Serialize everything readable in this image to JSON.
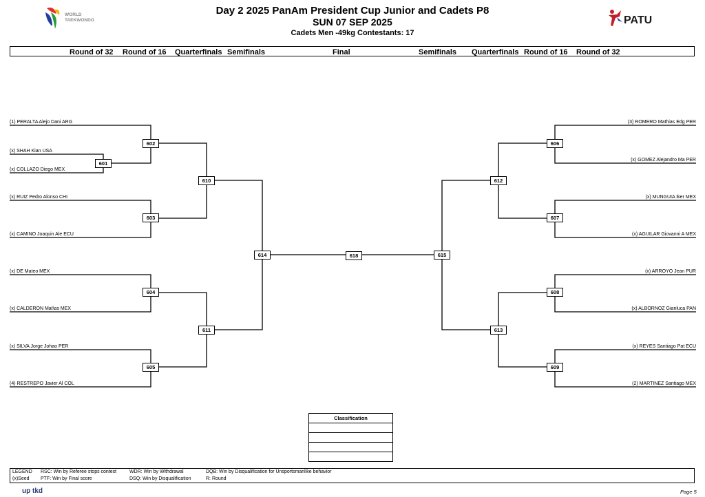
{
  "header": {
    "title": "Day 2 2025 PanAm President Cup  Junior and Cadets P8",
    "date": "SUN 07 SEP 2025",
    "category": "Cadets  Men -49kg  Contestants: 17",
    "wt_logo_text": [
      "WORLD",
      "TAEKWONDO"
    ],
    "patu_logo_text": "PATU"
  },
  "rounds": {
    "left": [
      "Round of 32",
      "Round of 16",
      "Quarterfinals",
      "Semifinals"
    ],
    "center": "Final",
    "right": [
      "Semifinals",
      "Quarterfinals",
      "Round of 16",
      "Round of 32"
    ]
  },
  "left_athletes": [
    "(1) PERALTA Alejo Dani ARG",
    "(x) SHAH Kian USA",
    "(x) COLLAZO Diego MEX",
    "(x) RUIZ Pedro Alonso CHI",
    "(x) CAMINO Joaquin Ale ECU",
    "(x) DE Mateo MEX",
    "(x) CALDERON Mat\\as MEX",
    "(x) SILVA Jorge Johao PER",
    "(4) RESTREPO Javier Al COL"
  ],
  "right_athletes": [
    "(3) ROMERO Mathias Edg PER",
    "(x) GOMEZ Alejandro Ma PER",
    "(x) MUNGUIA Iker MEX",
    "(x) AGUILAR Giovanni A MEX",
    "(x) ARROYO Jean PUR",
    "(x) ALBORNOZ Gianluca PAN",
    "(x) REYES Santiago Pat ECU",
    "(2) MARTINEZ Santiago MEX"
  ],
  "matches": {
    "m601": "601",
    "m602": "602",
    "m603": "603",
    "m604": "604",
    "m605": "605",
    "m606": "606",
    "m607": "607",
    "m608": "608",
    "m609": "609",
    "m610": "610",
    "m611": "611",
    "m612": "612",
    "m613": "613",
    "m614": "614",
    "m615": "615",
    "m618": "618"
  },
  "classification": {
    "title": "Classification"
  },
  "legend": {
    "label": "LEGEND",
    "seed": "(x)Seed",
    "rsc": "RSC: Win by Referee stops contest",
    "ptf": "PTF: Win by Final score",
    "wdr": "WDR: Win by Withdrawal",
    "dsq": "DSQ: Win by Disqualification",
    "dqb": "DQB: Win by Disqualification for Unsportsmanlike behavior",
    "r": "R: Round"
  },
  "footer": {
    "brand": "up tkd",
    "page": "Page 5"
  }
}
